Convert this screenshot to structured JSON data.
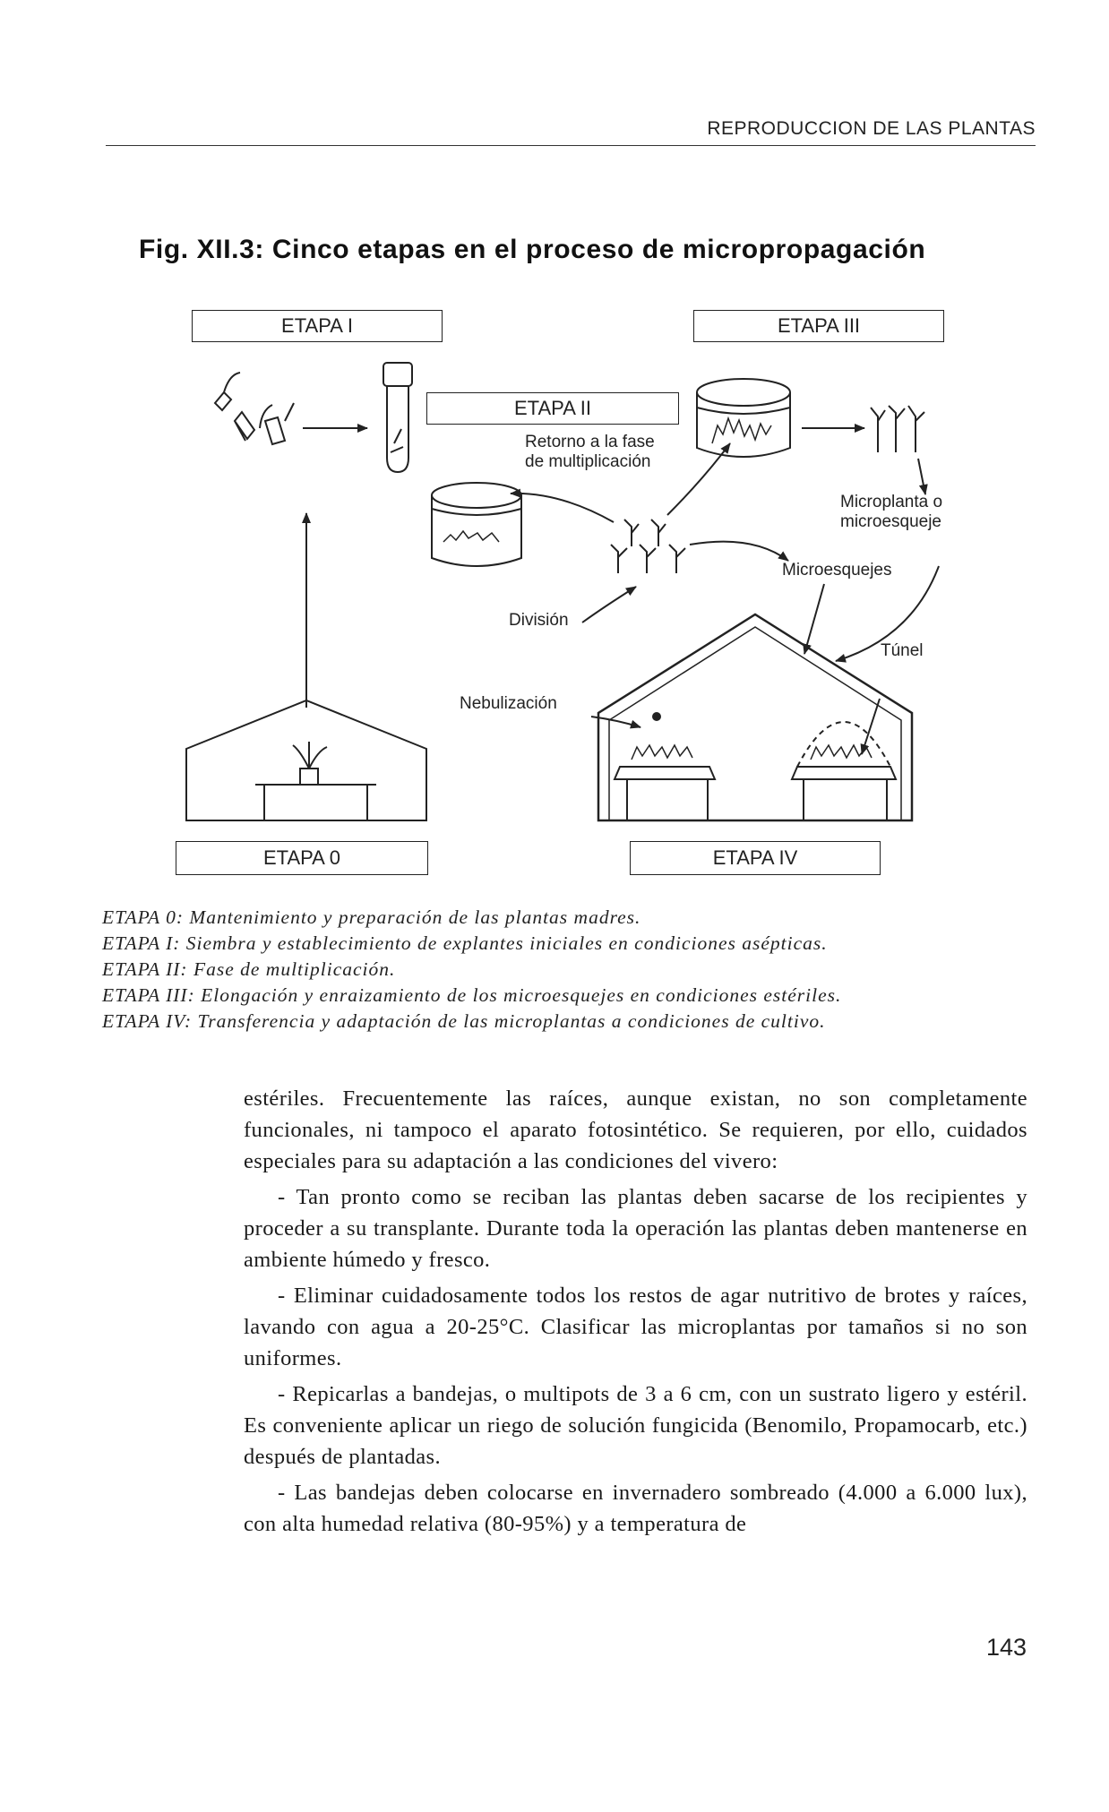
{
  "header": {
    "running_title": "REPRODUCCION DE LAS PLANTAS"
  },
  "figure": {
    "title": "Fig. XII.3: Cinco etapas en el proceso de micropropagación",
    "stages": {
      "etapa_0": "ETAPA 0",
      "etapa_1": "ETAPA I",
      "etapa_2": "ETAPA II",
      "etapa_3": "ETAPA III",
      "etapa_4": "ETAPA IV"
    },
    "labels": {
      "retorno_line1": "Retorno a la fase",
      "retorno_line2": "de multiplicación",
      "microplanta_line1": "Microplanta o",
      "microplanta_line2": "microesqueje",
      "microesquejes": "Microesquejes",
      "division": "División",
      "tunel": "Túnel",
      "nebulizacion": "Nebulización"
    }
  },
  "legend": [
    "ETAPA 0: Mantenimiento y preparación de las plantas madres.",
    "ETAPA I: Siembra y establecimiento de explantes iniciales en condiciones asépticas.",
    "ETAPA II: Fase de multiplicación.",
    "ETAPA III: Elongación y enraizamiento de los microesquejes en condiciones estériles.",
    "ETAPA IV: Transferencia y adaptación de las microplantas a condiciones de cultivo."
  ],
  "body": {
    "p1": "estériles. Frecuentemente las raíces, aunque existan, no son completamente funcionales, ni tampoco el aparato fotosintético. Se requieren, por ello, cuidados especiales para su adaptación a las condiciones del vivero:",
    "p2": "- Tan pronto como se reciban las plantas deben sacarse de los recipientes y proceder a su transplante. Durante toda la operación las plantas deben mantenerse en ambiente húmedo y fresco.",
    "p3": "- Eliminar cuidadosamente todos los restos de agar nutritivo de brotes y raíces, lavando con agua a 20-25°C. Clasificar las microplantas por tamaños si no son uniformes.",
    "p4": "- Repicarlas a bandejas, o multipots de 3 a 6 cm, con un sustrato ligero y estéril. Es conveniente aplicar un riego de solución fungicida (Benomilo, Propamocarb, etc.) después de plantadas.",
    "p5": "- Las bandejas deben colocarse en invernadero sombreado (4.000 a 6.000 lux), con alta humedad relativa (80-95%) y a temperatura de"
  },
  "page_number": "143"
}
